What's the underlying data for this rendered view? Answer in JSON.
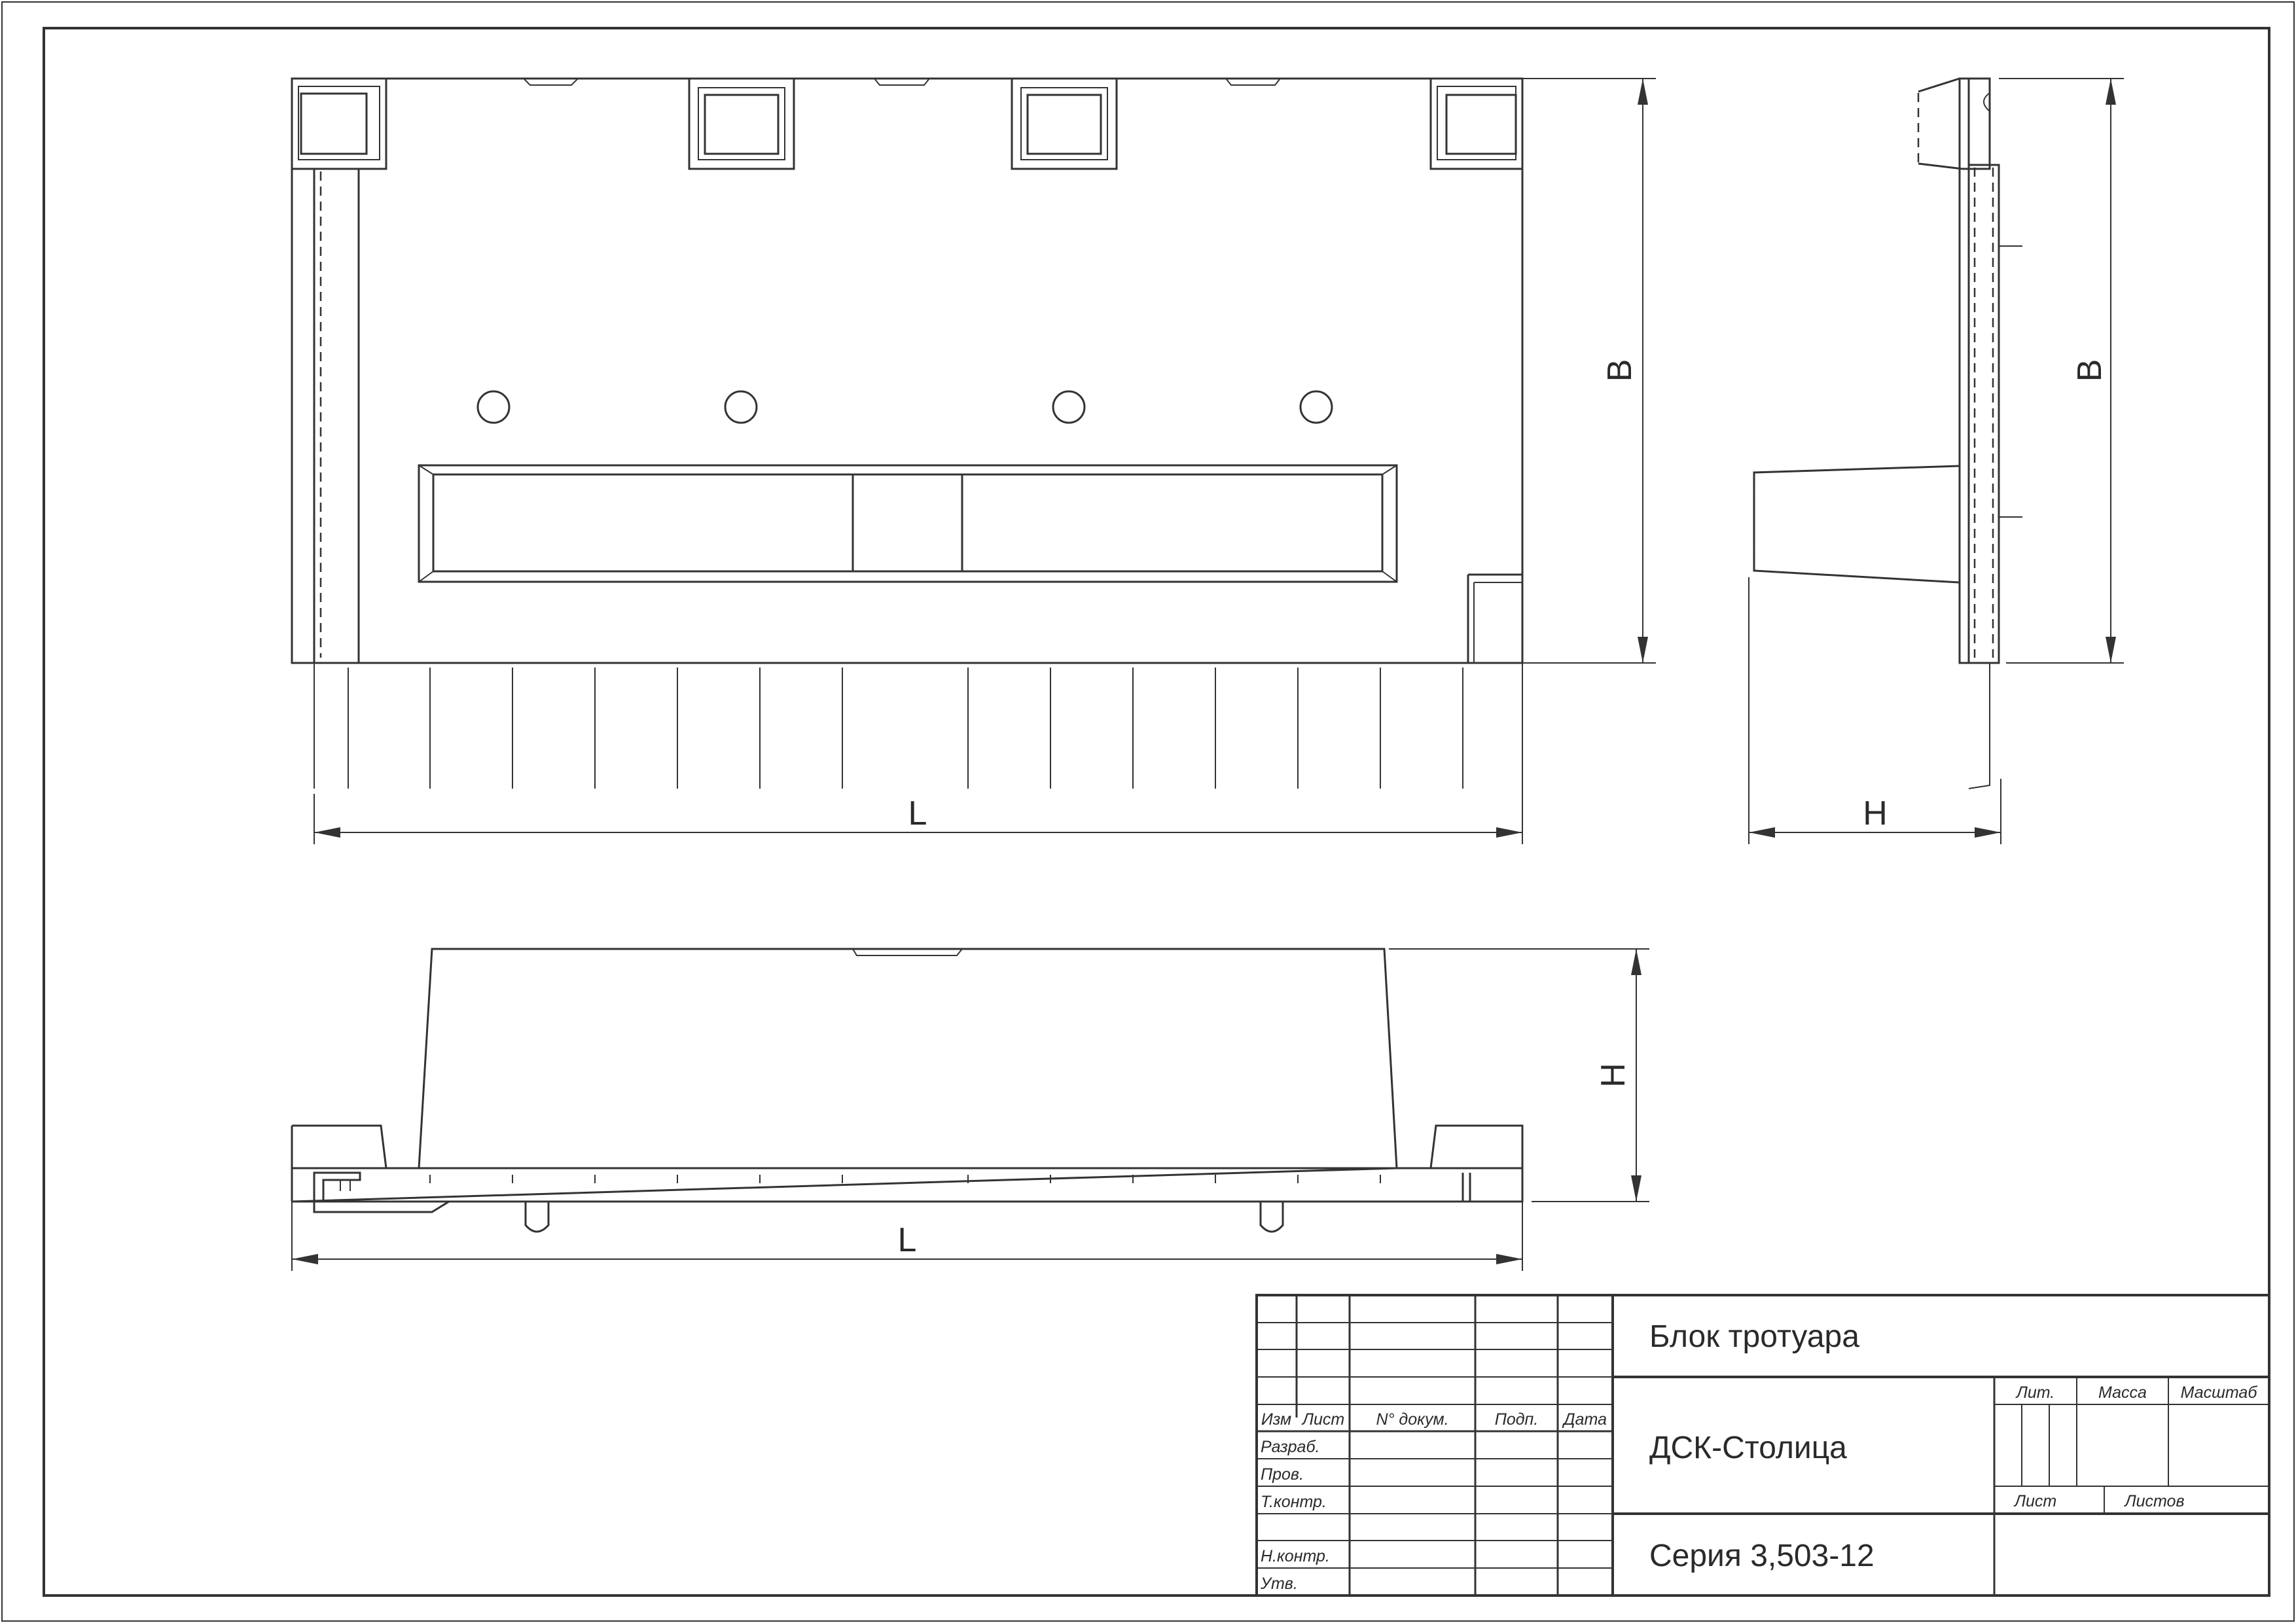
{
  "dimensions": {
    "plan_length": "L",
    "plan_width": "B",
    "side_width": "B",
    "side_height": "H",
    "front_height": "H",
    "front_length": "L"
  },
  "title_block": {
    "title": "Блок тротуара",
    "organization": "ДСК-Столица",
    "series": "Серия 3,503-12",
    "columns": {
      "izm": "Изм",
      "list": "Лист",
      "doc_no": "N° докум.",
      "sign": "Подп.",
      "date": "Дата"
    },
    "roles": {
      "developed": "Разраб.",
      "checked": "Пров.",
      "tech_control": "Т.контр.",
      "norm_control": "Н.контр.",
      "approved": "Утв."
    },
    "lit": "Лит.",
    "mass": "Масса",
    "scale": "Масштаб",
    "sheet": "Лист",
    "sheets": "Листов"
  }
}
